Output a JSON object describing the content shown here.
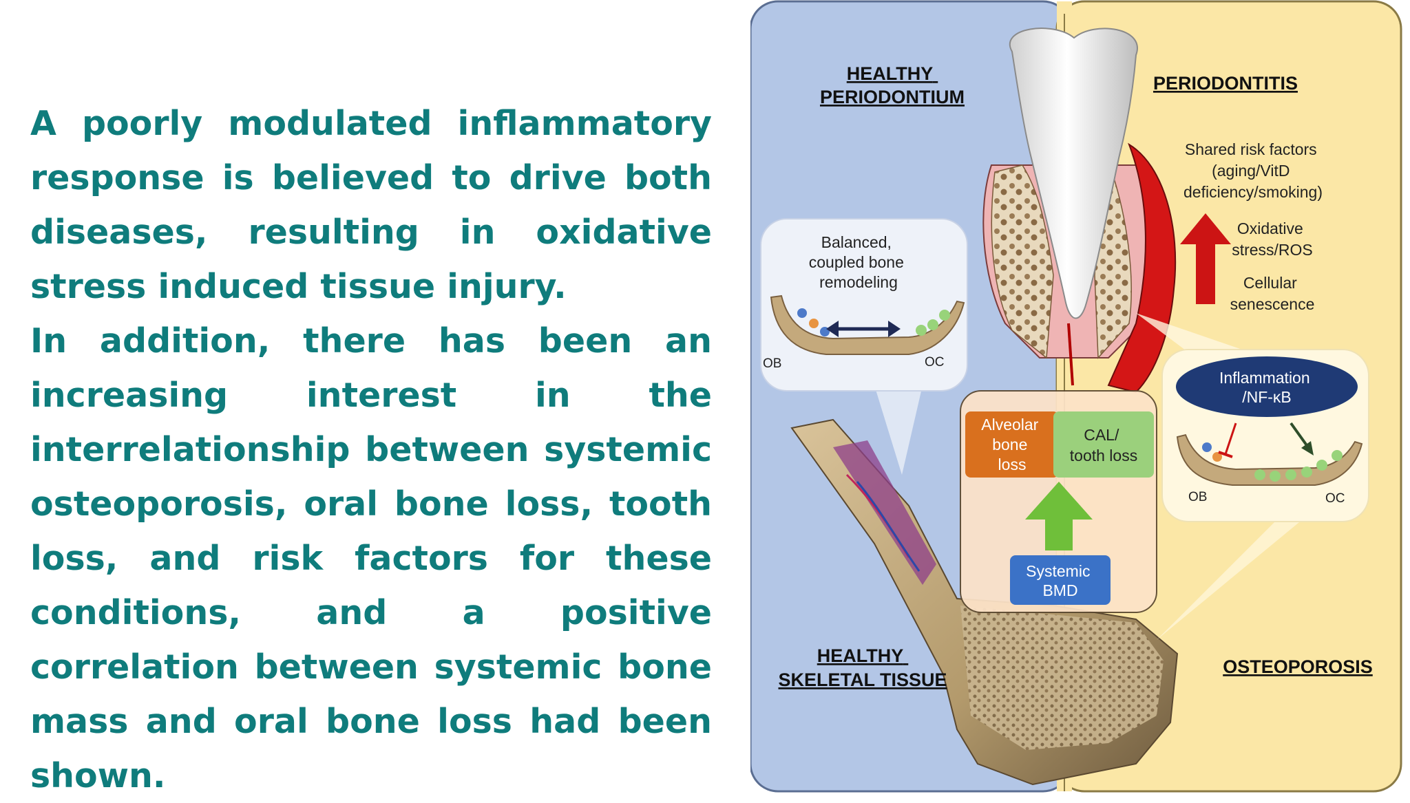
{
  "text": {
    "paragraph1": "A poorly modulated inflammatory response is believed to drive both diseases, resulting in oxidative stress induced tissue injury.",
    "paragraph2": "In addition, there has been an increasing interest in the interrelationship between systemic osteoporosis, oral bone loss, tooth loss, and risk factors for these conditions, and a positive correlation between systemic bone mass and oral bone loss had been shown."
  },
  "diagram": {
    "quadrants": {
      "top_left": [
        "HEALTHY",
        "PERIODONTIUM"
      ],
      "top_right": [
        "PERIODONTITIS"
      ],
      "bottom_left": [
        "HEALTHY",
        "SKELETAL TISSUE"
      ],
      "bottom_right": [
        "OSTEOPOROSIS"
      ]
    },
    "risk_factors": [
      "Shared risk factors",
      "(aging/VitD",
      "deficiency/smoking)"
    ],
    "oxidative": [
      "Oxidative",
      "stress/ROS"
    ],
    "senescence": [
      "Cellular",
      "senescence"
    ],
    "balanced": [
      "Balanced,",
      "coupled bone",
      "remodeling"
    ],
    "inflammation": [
      "Inflammation",
      "/NF-κB"
    ],
    "center_boxes": {
      "alveolar": [
        "Alveolar",
        "bone",
        "loss"
      ],
      "cal": [
        "CAL/",
        "tooth loss"
      ],
      "systemic": [
        "Systemic",
        "BMD"
      ]
    },
    "ob_label": "OB",
    "oc_label": "OC",
    "colors": {
      "left_panel": "#b3c6e6",
      "right_panel": "#fbe7a6",
      "accent_text": "#0f7c7c",
      "alveolar_box": "#d9701e",
      "cal_box": "#9bd07c",
      "systemic_box": "#3b72c7",
      "inflammation_ellipse": "#1f3a75",
      "red_arrow": "#cc1414",
      "green_arrow": "#6fbf3a"
    }
  }
}
